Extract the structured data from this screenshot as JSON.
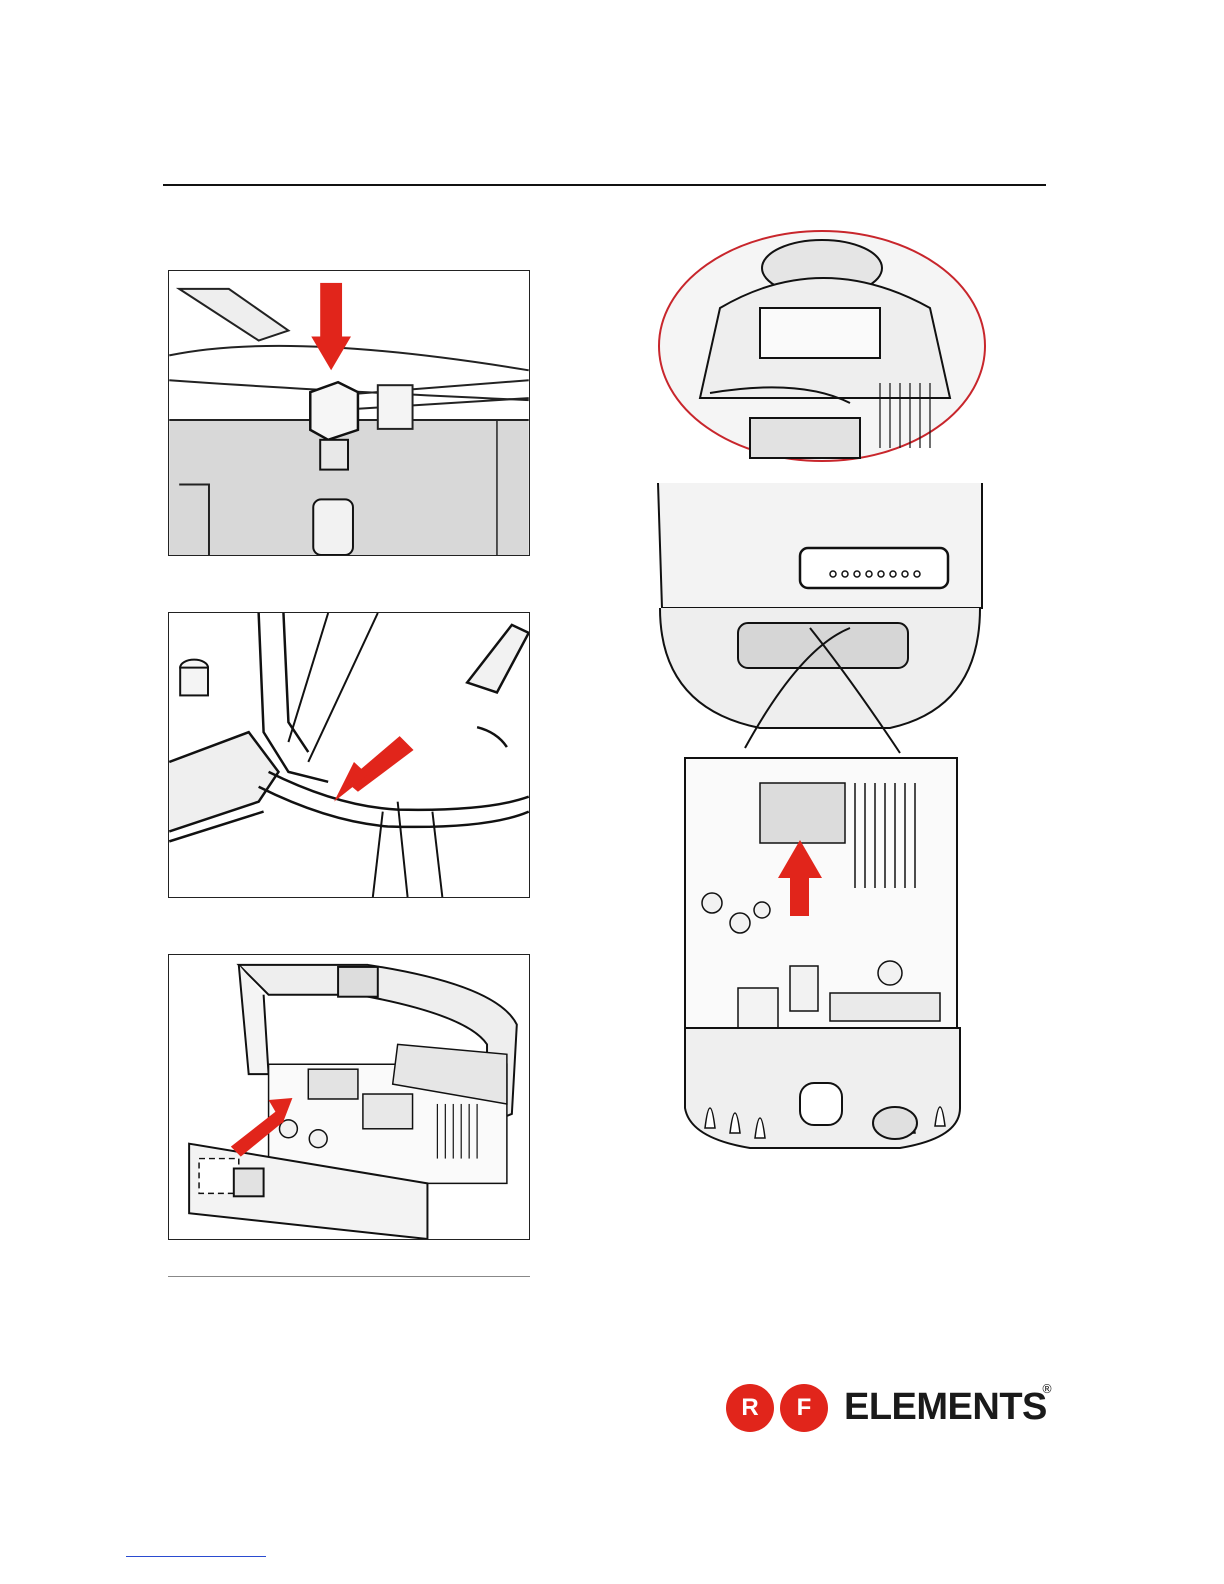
{
  "figures": {
    "step1_alt": "connector-closeup",
    "step2_alt": "cable-routing",
    "step3_alt": "board-insertion",
    "exploded_alt": "enclosure-assembly"
  },
  "logo": {
    "letter_r": "R",
    "letter_f": "F",
    "word": "ELEMENTS",
    "registered": "®",
    "brand_color": "#e1251b",
    "text_color": "#1a1a1a"
  },
  "accent": {
    "arrow_color": "#e1251b"
  }
}
